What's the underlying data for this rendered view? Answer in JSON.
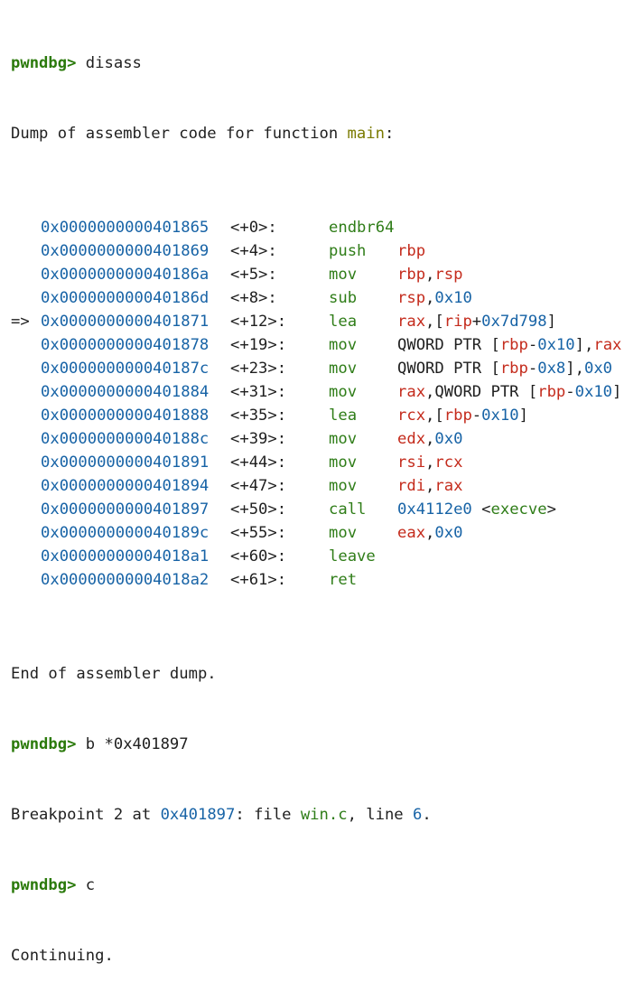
{
  "session": {
    "prompt": "pwndbg>",
    "cmd_disass": "disass",
    "dump_header_prefix": "Dump of assembler code for function ",
    "dump_header_func": "main",
    "dump_header_suffix": ":",
    "dump_footer": "End of assembler dump.",
    "cmd_break": "b *0x401897",
    "bp_prefix": "Breakpoint 2 at ",
    "bp_addr": "0x401897",
    "bp_mid": ": file ",
    "bp_file": "win.c",
    "bp_line_prefix": ", line ",
    "bp_line": "6",
    "bp_suffix": ".",
    "cmd_continue": "c",
    "continuing": "Continuing."
  },
  "current_marker": "=>",
  "instructions": [
    {
      "addr": "0x0000000000401865",
      "off": "<+0>:",
      "mnem": "endbr64",
      "ops": []
    },
    {
      "addr": "0x0000000000401869",
      "off": "<+4>:",
      "mnem": "push",
      "ops": [
        {
          "t": "reg",
          "v": "rbp"
        }
      ]
    },
    {
      "addr": "0x000000000040186a",
      "off": "<+5>:",
      "mnem": "mov",
      "ops": [
        {
          "t": "reg",
          "v": "rbp"
        },
        {
          "t": "plain",
          "v": ","
        },
        {
          "t": "reg",
          "v": "rsp"
        }
      ]
    },
    {
      "addr": "0x000000000040186d",
      "off": "<+8>:",
      "mnem": "sub",
      "ops": [
        {
          "t": "reg",
          "v": "rsp"
        },
        {
          "t": "plain",
          "v": ","
        },
        {
          "t": "num",
          "v": "0x10"
        }
      ]
    },
    {
      "addr": "0x0000000000401871",
      "off": "<+12>:",
      "mnem": "lea",
      "current": true,
      "ops": [
        {
          "t": "reg",
          "v": "rax"
        },
        {
          "t": "plain",
          "v": ",["
        },
        {
          "t": "reg",
          "v": "rip"
        },
        {
          "t": "plain",
          "v": "+"
        },
        {
          "t": "num",
          "v": "0x7d798"
        },
        {
          "t": "plain",
          "v": "]"
        }
      ]
    },
    {
      "addr": "0x0000000000401878",
      "off": "<+19>:",
      "mnem": "mov",
      "ops": [
        {
          "t": "plain",
          "v": "QWORD PTR ["
        },
        {
          "t": "reg",
          "v": "rbp"
        },
        {
          "t": "plain",
          "v": "-"
        },
        {
          "t": "num",
          "v": "0x10"
        },
        {
          "t": "plain",
          "v": "],"
        },
        {
          "t": "reg",
          "v": "rax"
        }
      ]
    },
    {
      "addr": "0x000000000040187c",
      "off": "<+23>:",
      "mnem": "mov",
      "ops": [
        {
          "t": "plain",
          "v": "QWORD PTR ["
        },
        {
          "t": "reg",
          "v": "rbp"
        },
        {
          "t": "plain",
          "v": "-"
        },
        {
          "t": "num",
          "v": "0x8"
        },
        {
          "t": "plain",
          "v": "],"
        },
        {
          "t": "num",
          "v": "0x0"
        }
      ]
    },
    {
      "addr": "0x0000000000401884",
      "off": "<+31>:",
      "mnem": "mov",
      "ops": [
        {
          "t": "reg",
          "v": "rax"
        },
        {
          "t": "plain",
          "v": ",QWORD PTR ["
        },
        {
          "t": "reg",
          "v": "rbp"
        },
        {
          "t": "plain",
          "v": "-"
        },
        {
          "t": "num",
          "v": "0x10"
        },
        {
          "t": "plain",
          "v": "]"
        }
      ]
    },
    {
      "addr": "0x0000000000401888",
      "off": "<+35>:",
      "mnem": "lea",
      "ops": [
        {
          "t": "reg",
          "v": "rcx"
        },
        {
          "t": "plain",
          "v": ",["
        },
        {
          "t": "reg",
          "v": "rbp"
        },
        {
          "t": "plain",
          "v": "-"
        },
        {
          "t": "num",
          "v": "0x10"
        },
        {
          "t": "plain",
          "v": "]"
        }
      ]
    },
    {
      "addr": "0x000000000040188c",
      "off": "<+39>:",
      "mnem": "mov",
      "ops": [
        {
          "t": "reg",
          "v": "edx"
        },
        {
          "t": "plain",
          "v": ","
        },
        {
          "t": "num",
          "v": "0x0"
        }
      ]
    },
    {
      "addr": "0x0000000000401891",
      "off": "<+44>:",
      "mnem": "mov",
      "ops": [
        {
          "t": "reg",
          "v": "rsi"
        },
        {
          "t": "plain",
          "v": ","
        },
        {
          "t": "reg",
          "v": "rcx"
        }
      ]
    },
    {
      "addr": "0x0000000000401894",
      "off": "<+47>:",
      "mnem": "mov",
      "ops": [
        {
          "t": "reg",
          "v": "rdi"
        },
        {
          "t": "plain",
          "v": ","
        },
        {
          "t": "reg",
          "v": "rax"
        }
      ]
    },
    {
      "addr": "0x0000000000401897",
      "off": "<+50>:",
      "mnem": "call",
      "ops": [
        {
          "t": "num",
          "v": "0x4112e0"
        },
        {
          "t": "plain",
          "v": " <"
        },
        {
          "t": "fn",
          "v": "execve"
        },
        {
          "t": "plain",
          "v": ">"
        }
      ]
    },
    {
      "addr": "0x000000000040189c",
      "off": "<+55>:",
      "mnem": "mov",
      "ops": [
        {
          "t": "reg",
          "v": "eax"
        },
        {
          "t": "plain",
          "v": ","
        },
        {
          "t": "num",
          "v": "0x0"
        }
      ]
    },
    {
      "addr": "0x00000000004018a1",
      "off": "<+60>:",
      "mnem": "leave",
      "ops": []
    },
    {
      "addr": "0x00000000004018a2",
      "off": "<+61>:",
      "mnem": "ret",
      "ops": []
    }
  ],
  "colors": {
    "prompt": "#2b7a0b",
    "address": "#1763a6",
    "mnemonic": "#2f7d18",
    "register": "#c42b1c",
    "number": "#1763a6",
    "function_name": "#7a7a00",
    "text": "#1f1f1f",
    "background": "#ffffff"
  }
}
